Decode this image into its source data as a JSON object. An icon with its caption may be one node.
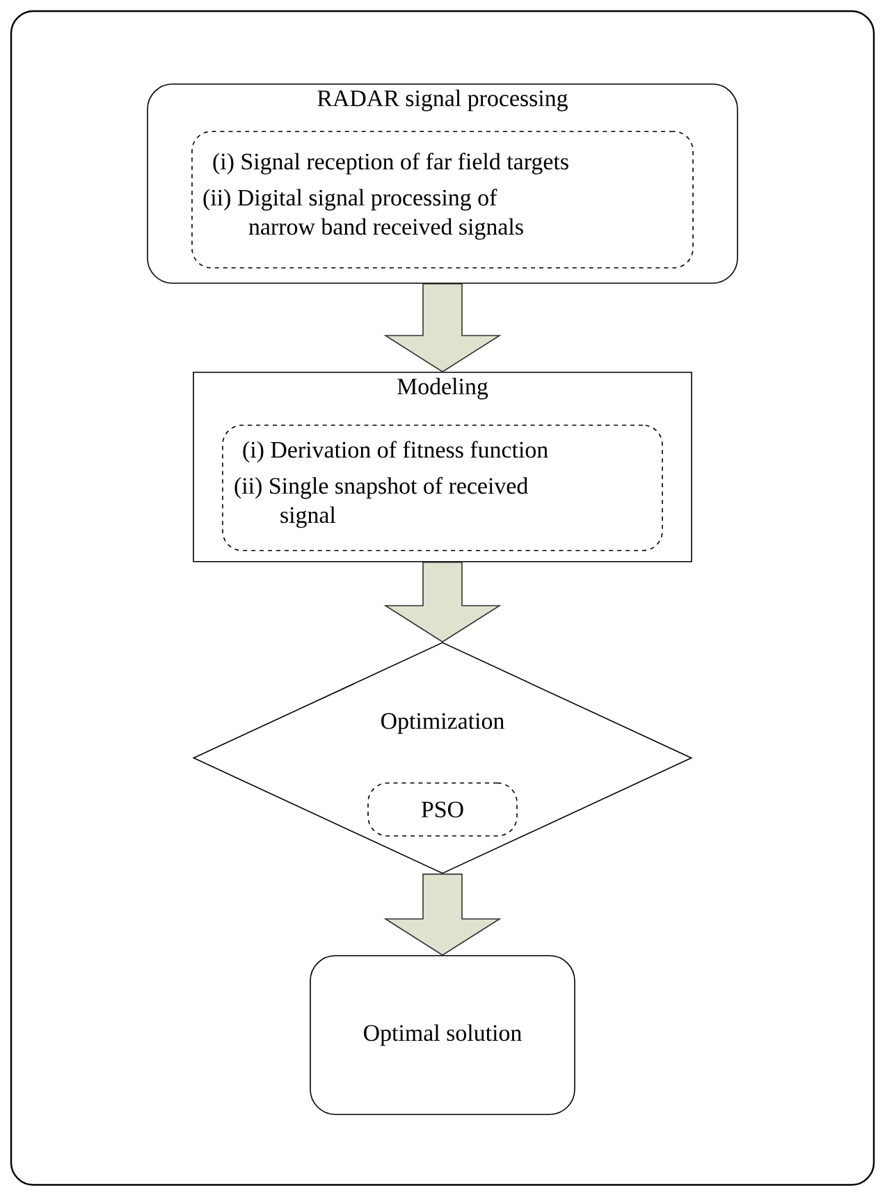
{
  "diagram": {
    "nodes": [
      {
        "text": [
          "RADAR signal processing"
        ]
      },
      {
        "text": [
          "(i) Signal reception of far field targets",
          "(ii) Digital signal processing of narrow band received signals"
        ],
        "in": 0
      },
      {
        "text": [
          "Modeling"
        ]
      },
      {
        "text": [
          "(i) Derivation of fitness function",
          "(ii) Single snapshot of received signal"
        ],
        "in": 2
      },
      {
        "text": [
          "Optimization"
        ]
      },
      {
        "text": [
          "PSO"
        ],
        "in": 4
      },
      {
        "text": [
          "Optimal solution"
        ]
      }
    ],
    "edges": [
      {
        "from": 0,
        "to": 2,
        "arrow": "to"
      },
      {
        "from": 2,
        "to": 4,
        "arrow": "to"
      },
      {
        "from": 4,
        "to": 6,
        "arrow": "to"
      }
    ]
  }
}
